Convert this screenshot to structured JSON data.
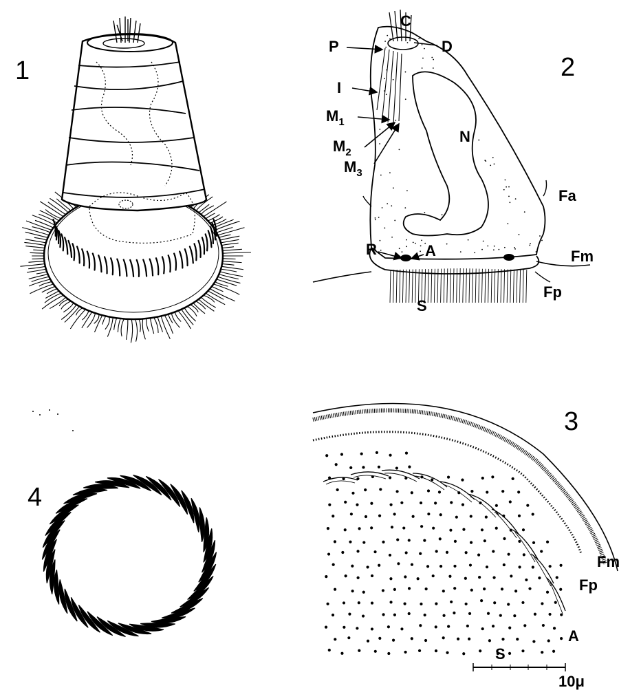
{
  "figures": [
    {
      "id": "fig1",
      "number": "1"
    },
    {
      "id": "fig2",
      "number": "2"
    },
    {
      "id": "fig3",
      "number": "3"
    },
    {
      "id": "fig4",
      "number": "4"
    }
  ],
  "fig2_labels": {
    "C": "C",
    "P": "P",
    "D": "D",
    "I": "I",
    "M1": "M",
    "M1_sub": "1",
    "M2": "M",
    "M2_sub": "2",
    "M3": "M",
    "M3_sub": "3",
    "N": "N",
    "Fa": "Fa",
    "R": "R",
    "A": "A",
    "Fm": "Fm",
    "Fp": "Fp",
    "S": "S"
  },
  "fig3_labels": {
    "Fm": "Fm",
    "Fp": "Fp",
    "A": "A",
    "S": "S"
  },
  "scale_bar": {
    "label": "10μ"
  }
}
